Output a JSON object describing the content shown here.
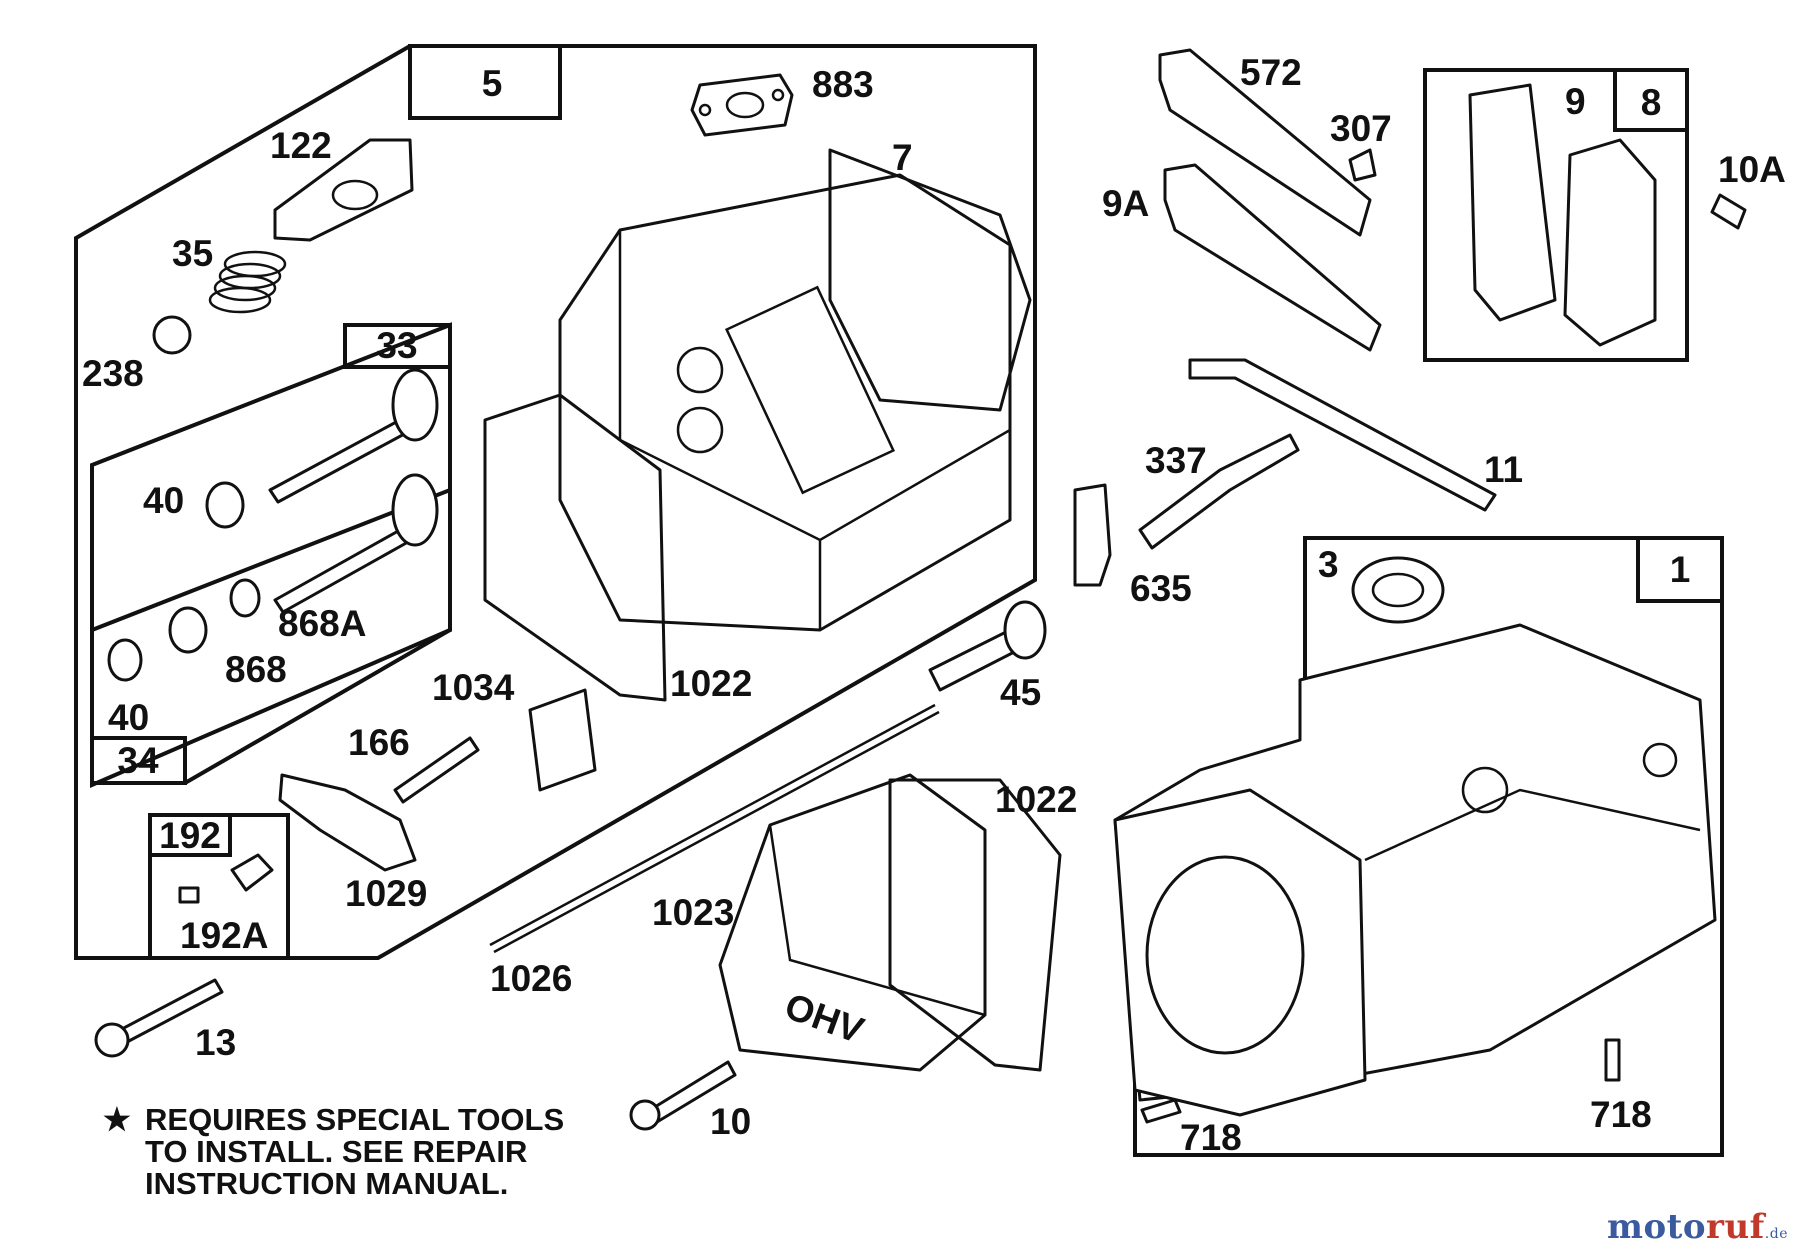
{
  "callouts": {
    "c5": "5",
    "c883": "883",
    "c122": "122",
    "c7": "7",
    "c35": "35",
    "c238": "238",
    "c33": "33",
    "c40a": "40",
    "c868A": "868A",
    "c868": "868",
    "c40b": "40",
    "c34": "34",
    "c1034": "1034",
    "c1022a": "1022",
    "c166": "166",
    "c192": "192",
    "c192A": "192A",
    "c1029": "1029",
    "c13": "13",
    "c572": "572",
    "c307": "307",
    "c9": "9",
    "c8": "8",
    "c10A": "10A",
    "c9A": "9A",
    "c337": "337",
    "c11": "11",
    "c635": "635",
    "c45": "45",
    "c3": "3",
    "c1": "1",
    "c1022b": "1022",
    "c1023": "1023",
    "c1026": "1026",
    "c10": "10",
    "c718a": "718",
    "c718b": "718"
  },
  "cover_text": "OHV",
  "note": {
    "star": "★",
    "line1": "REQUIRES SPECIAL TOOLS",
    "line2": "TO INSTALL.  SEE REPAIR",
    "line3": "INSTRUCTION MANUAL."
  },
  "watermark": {
    "part1": "moto",
    "part2": "ruf",
    "part3": ".de"
  }
}
